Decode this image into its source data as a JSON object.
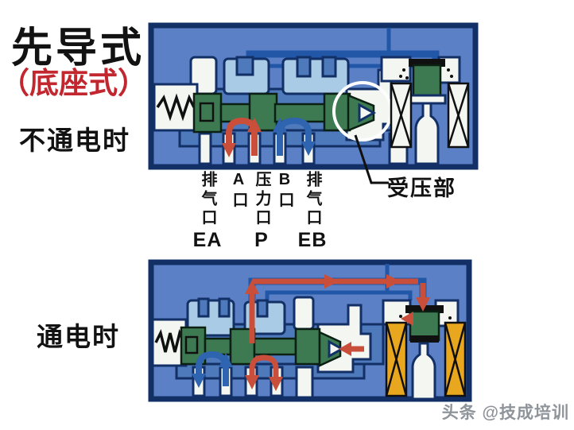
{
  "title": {
    "main": "先导式",
    "sub": "（底座式）"
  },
  "state_labels": {
    "de_energized": "不通电时",
    "energized": "通电时"
  },
  "ports": [
    {
      "cn": "排气口",
      "en": "EA"
    },
    {
      "cn": "A口",
      "en": ""
    },
    {
      "cn": "压力口",
      "en": "P"
    },
    {
      "cn": "B口",
      "en": ""
    },
    {
      "cn": "排气口",
      "en": "EB"
    }
  ],
  "callout": {
    "label": "受压部"
  },
  "watermark": "头条 @技成培训",
  "colors": {
    "panel_blue": "#5b80c6",
    "body_blue": "#4e79bb",
    "passage_light_blue": "#aacbe6",
    "pipe_blue": "#2257a8",
    "outline_navy": "#122f66",
    "spool_green": "#3d7a52",
    "flow_red": "#c94f3b",
    "flow_blue": "#2e64b0",
    "coil_energized_orange": "#e8a71f",
    "white_part": "#f4f6f1",
    "title_red": "#c2262e",
    "watermark_gray": "#8e949a"
  }
}
